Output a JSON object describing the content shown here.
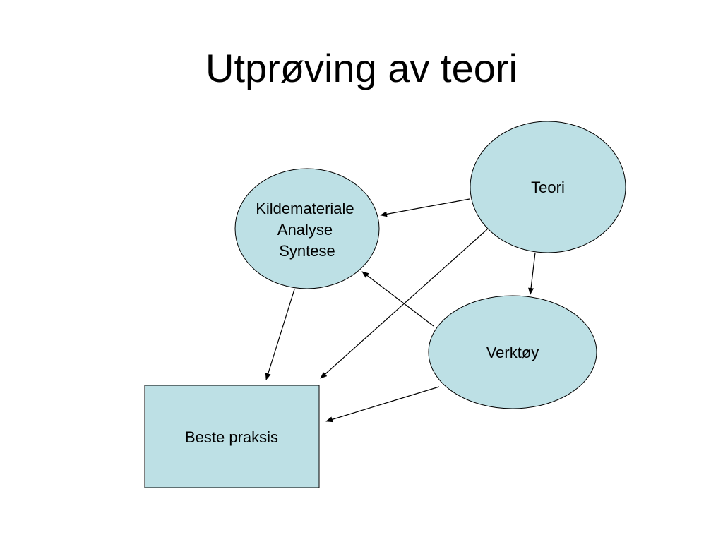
{
  "slide": {
    "title": "Utprøving av teori"
  },
  "diagram": {
    "fill_color": "#bde0e5",
    "stroke_color": "#000000",
    "nodes": {
      "teori": {
        "lines": [
          "Teori"
        ]
      },
      "kildemateriale": {
        "lines": [
          "Kildemateriale",
          "Analyse",
          "Syntese"
        ]
      },
      "verktoy": {
        "lines": [
          "Verktøy"
        ]
      },
      "beste_praksis": {
        "lines": [
          "Beste praksis"
        ]
      }
    }
  }
}
